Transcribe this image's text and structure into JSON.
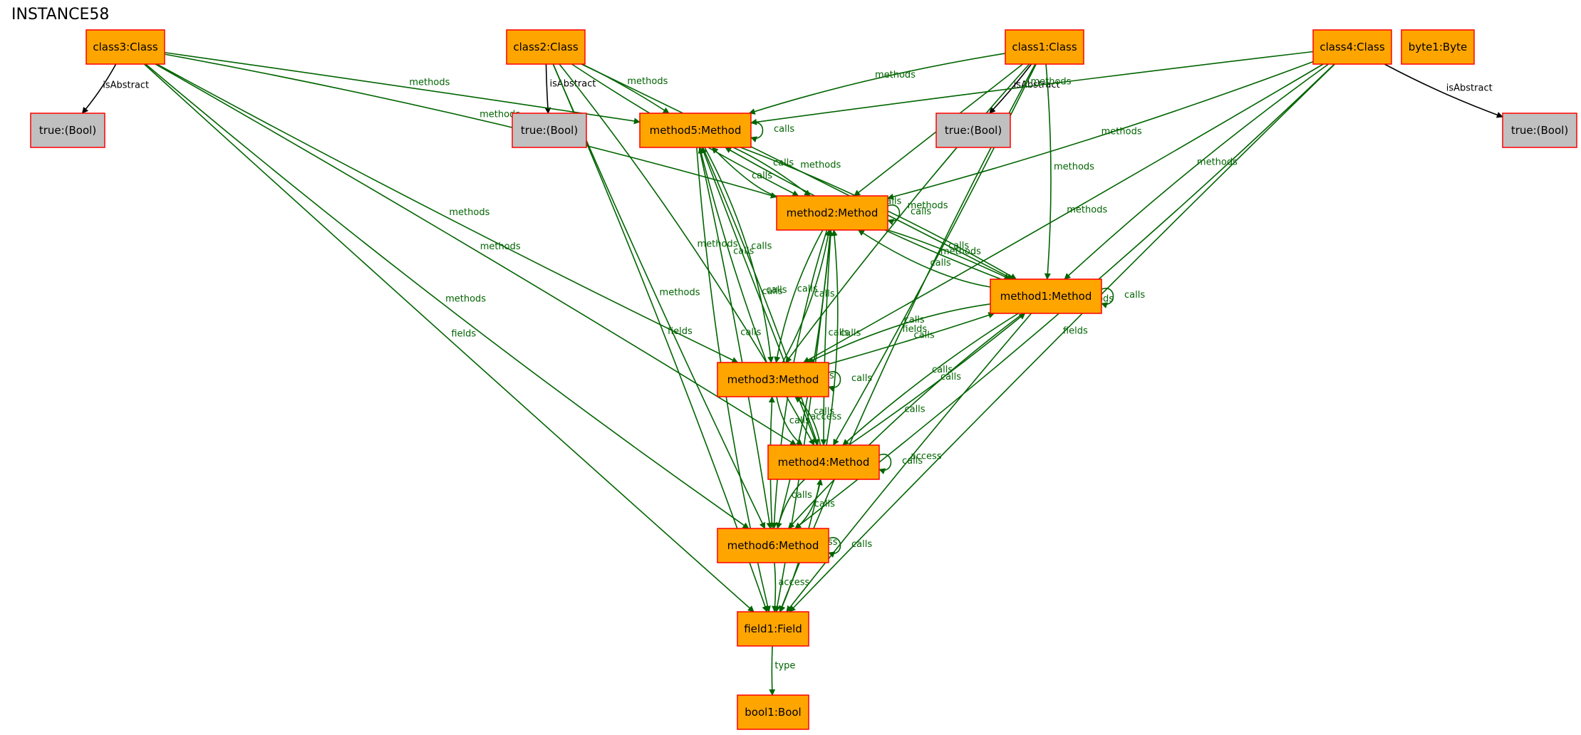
{
  "title": "INSTANCE58",
  "colors": {
    "object_fill": "#ffa500",
    "value_fill": "#c0c0c0",
    "node_border": "#ff0000",
    "edge_green": "#006400",
    "edge_black": "#000000"
  },
  "nodes": [
    {
      "id": "class3",
      "label": "class3:Class",
      "kind": "object"
    },
    {
      "id": "class2",
      "label": "class2:Class",
      "kind": "object"
    },
    {
      "id": "class1",
      "label": "class1:Class",
      "kind": "object"
    },
    {
      "id": "class4",
      "label": "class4:Class",
      "kind": "object"
    },
    {
      "id": "byte1",
      "label": "byte1:Byte",
      "kind": "object"
    },
    {
      "id": "true3",
      "label": "true:(Bool)",
      "kind": "value"
    },
    {
      "id": "true2",
      "label": "true:(Bool)",
      "kind": "value"
    },
    {
      "id": "true1",
      "label": "true:(Bool)",
      "kind": "value"
    },
    {
      "id": "true4",
      "label": "true:(Bool)",
      "kind": "value"
    },
    {
      "id": "method5",
      "label": "method5:Method",
      "kind": "object"
    },
    {
      "id": "method2",
      "label": "method2:Method",
      "kind": "object"
    },
    {
      "id": "method1",
      "label": "method1:Method",
      "kind": "object"
    },
    {
      "id": "method3",
      "label": "method3:Method",
      "kind": "object"
    },
    {
      "id": "method4",
      "label": "method4:Method",
      "kind": "object"
    },
    {
      "id": "method6",
      "label": "method6:Method",
      "kind": "object"
    },
    {
      "id": "field1",
      "label": "field1:Field",
      "kind": "object"
    },
    {
      "id": "bool1",
      "label": "bool1:Bool",
      "kind": "object"
    }
  ],
  "edges": [
    {
      "from": "class3",
      "to": "true3",
      "label": "isAbstract"
    },
    {
      "from": "class2",
      "to": "true2",
      "label": "isAbstract"
    },
    {
      "from": "class1",
      "to": "true1",
      "label": "isAbstract"
    },
    {
      "from": "class4",
      "to": "true4",
      "label": "isAbstract"
    },
    {
      "from": "class3",
      "to": "method5",
      "label": "methods"
    },
    {
      "from": "class3",
      "to": "method2",
      "label": "methods"
    },
    {
      "from": "class3",
      "to": "method3",
      "label": "methods"
    },
    {
      "from": "class3",
      "to": "method4",
      "label": "methods"
    },
    {
      "from": "class3",
      "to": "method6",
      "label": "methods"
    },
    {
      "from": "class3",
      "to": "field1",
      "label": "fields"
    },
    {
      "from": "class2",
      "to": "method5",
      "label": "methods"
    },
    {
      "from": "class2",
      "to": "method2",
      "label": "methods"
    },
    {
      "from": "class2",
      "to": "method1",
      "label": "methods"
    },
    {
      "from": "class2",
      "to": "method4",
      "label": "methods"
    },
    {
      "from": "class2",
      "to": "method6",
      "label": "methods"
    },
    {
      "from": "class2",
      "to": "field1",
      "label": "fields"
    },
    {
      "from": "class1",
      "to": "method5",
      "label": "methods"
    },
    {
      "from": "class1",
      "to": "method2",
      "label": "methods"
    },
    {
      "from": "class1",
      "to": "method1",
      "label": "methods"
    },
    {
      "from": "class1",
      "to": "method3",
      "label": "methods"
    },
    {
      "from": "class1",
      "to": "method4",
      "label": "methods"
    },
    {
      "from": "class1",
      "to": "field1",
      "label": "fields"
    },
    {
      "from": "class4",
      "to": "method5",
      "label": "methods"
    },
    {
      "from": "class4",
      "to": "method2",
      "label": "methods"
    },
    {
      "from": "class4",
      "to": "method1",
      "label": "methods"
    },
    {
      "from": "class4",
      "to": "method3",
      "label": "methods"
    },
    {
      "from": "class4",
      "to": "method6",
      "label": "methods"
    },
    {
      "from": "class4",
      "to": "field1",
      "label": "fields"
    },
    {
      "from": "method5",
      "to": "method5",
      "label": "calls"
    },
    {
      "from": "method5",
      "to": "method2",
      "label": "calls"
    },
    {
      "from": "method5",
      "to": "method1",
      "label": "calls"
    },
    {
      "from": "method5",
      "to": "method3",
      "label": "calls"
    },
    {
      "from": "method5",
      "to": "method4",
      "label": "calls"
    },
    {
      "from": "method5",
      "to": "method6",
      "label": "calls"
    },
    {
      "from": "method5",
      "to": "field1",
      "label": "access"
    },
    {
      "from": "method2",
      "to": "method2",
      "label": "calls"
    },
    {
      "from": "method2",
      "to": "method5",
      "label": "calls"
    },
    {
      "from": "method2",
      "to": "method1",
      "label": "calls"
    },
    {
      "from": "method2",
      "to": "method3",
      "label": "calls"
    },
    {
      "from": "method2",
      "to": "method4",
      "label": "calls"
    },
    {
      "from": "method2",
      "to": "method6",
      "label": "calls"
    },
    {
      "from": "method2",
      "to": "field1",
      "label": "access"
    },
    {
      "from": "method1",
      "to": "method1",
      "label": "calls"
    },
    {
      "from": "method1",
      "to": "method5",
      "label": "calls"
    },
    {
      "from": "method1",
      "to": "method2",
      "label": "calls"
    },
    {
      "from": "method1",
      "to": "method3",
      "label": "calls"
    },
    {
      "from": "method1",
      "to": "method4",
      "label": "calls"
    },
    {
      "from": "method1",
      "to": "method6",
      "label": "calls"
    },
    {
      "from": "method1",
      "to": "field1",
      "label": "access"
    },
    {
      "from": "method3",
      "to": "method3",
      "label": "calls"
    },
    {
      "from": "method3",
      "to": "method5",
      "label": "calls"
    },
    {
      "from": "method3",
      "to": "method2",
      "label": "calls"
    },
    {
      "from": "method3",
      "to": "method1",
      "label": "calls"
    },
    {
      "from": "method3",
      "to": "method4",
      "label": "calls"
    },
    {
      "from": "method4",
      "to": "method4",
      "label": "calls"
    },
    {
      "from": "method4",
      "to": "method5",
      "label": "calls"
    },
    {
      "from": "method4",
      "to": "method2",
      "label": "calls"
    },
    {
      "from": "method4",
      "to": "method1",
      "label": "calls"
    },
    {
      "from": "method4",
      "to": "method3",
      "label": "calls"
    },
    {
      "from": "method4",
      "to": "method6",
      "label": "calls"
    },
    {
      "from": "method4",
      "to": "field1",
      "label": "access"
    },
    {
      "from": "method6",
      "to": "method6",
      "label": "calls"
    },
    {
      "from": "method6",
      "to": "method3",
      "label": "calls"
    },
    {
      "from": "method6",
      "to": "method4",
      "label": "calls"
    },
    {
      "from": "method6",
      "to": "method2",
      "label": "calls"
    },
    {
      "from": "method6",
      "to": "field1",
      "label": "access"
    },
    {
      "from": "field1",
      "to": "bool1",
      "label": "type"
    }
  ]
}
